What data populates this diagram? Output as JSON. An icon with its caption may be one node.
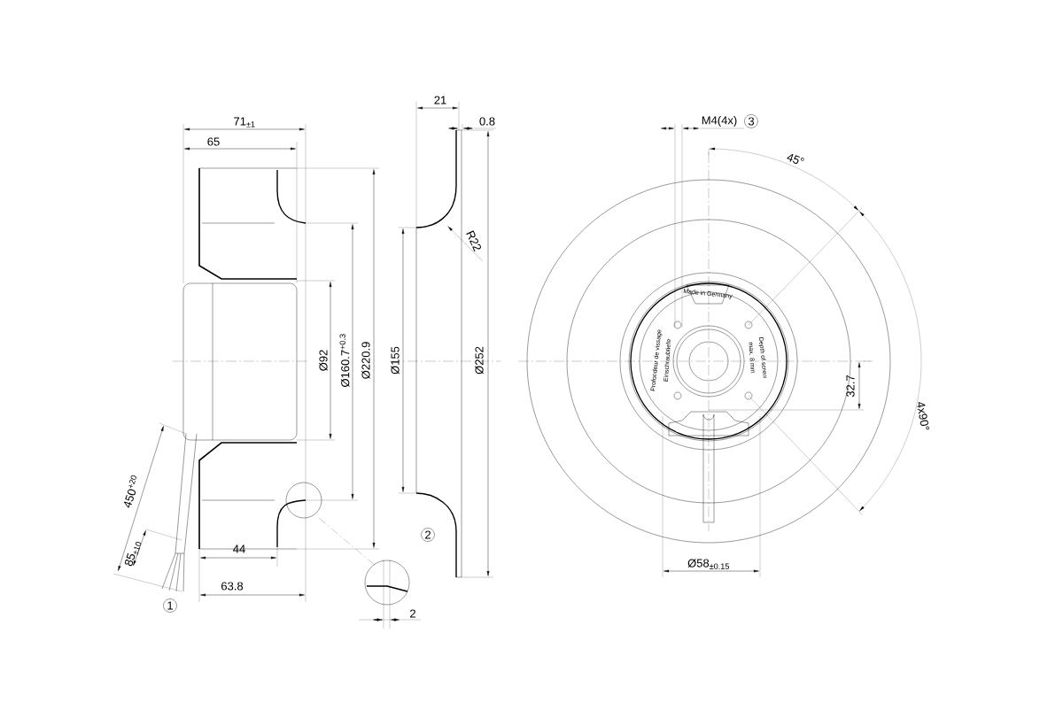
{
  "diagram": {
    "labels": [
      "71$_{±1}$",
      "65",
      "21",
      "0.8",
      "M4(4x)",
      "3",
      "45°",
      "R22",
      "Ø92",
      "Ø160.7$^{+0.3}$",
      "Ø220.9",
      "Ø155",
      "Ø252",
      "Made in Germany",
      "Profondeur de vissage",
      "Einschraubtiefe",
      "max. 8 mm",
      "Depth of screw",
      "32.7",
      "4x90°",
      "450$^{+20}$",
      "85$_{±10}$",
      "1",
      "2",
      "44",
      "63.8",
      "2",
      "Ø58$_{±0.15}$"
    ]
  }
}
